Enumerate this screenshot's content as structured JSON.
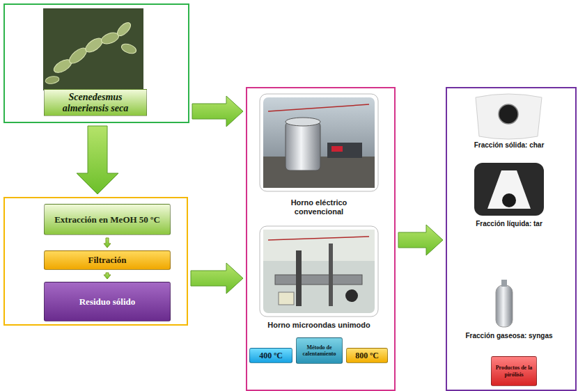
{
  "diagram": {
    "nodes": [
      {
        "text": [
          "Scenedesmus almeriensis seca"
        ]
      },
      {
        "text": []
      },
      {
        "text": [
          "Extracción en MeOH 50 ºC"
        ],
        "in": 1
      },
      {
        "text": [
          "Filtración"
        ],
        "in": 1
      },
      {
        "text": [
          "Residuo sólido"
        ],
        "in": 1
      },
      {
        "text": []
      },
      {
        "text": [
          "Horno eléctrico convencional"
        ],
        "in": 5
      },
      {
        "text": [
          "Horno microondas unimodo"
        ],
        "in": 5
      },
      {
        "text": [
          "400 ºC"
        ],
        "in": 5
      },
      {
        "text": [
          "Método de calentamiento"
        ],
        "in": 5
      },
      {
        "text": [
          "800 ºC"
        ],
        "in": 5
      },
      {
        "text": []
      },
      {
        "text": [
          "Productos de la pirólisis"
        ],
        "in": 11
      }
    ],
    "edges": [
      {
        "from": 0,
        "to": 1,
        "arrow": "to"
      },
      {
        "from": 0,
        "to": 5,
        "arrow": "to"
      },
      {
        "from": 2,
        "to": 3,
        "arrow": "to"
      },
      {
        "from": 3,
        "to": 4,
        "arrow": "to"
      },
      {
        "from": 1,
        "to": 5,
        "arrow": "to"
      },
      {
        "from": 5,
        "to": 11,
        "arrow": "to"
      }
    ],
    "labels": [
      "Fracción sólida: char",
      "Fracción líquida: tar",
      "Fracción gaseosa: syngas"
    ]
  }
}
